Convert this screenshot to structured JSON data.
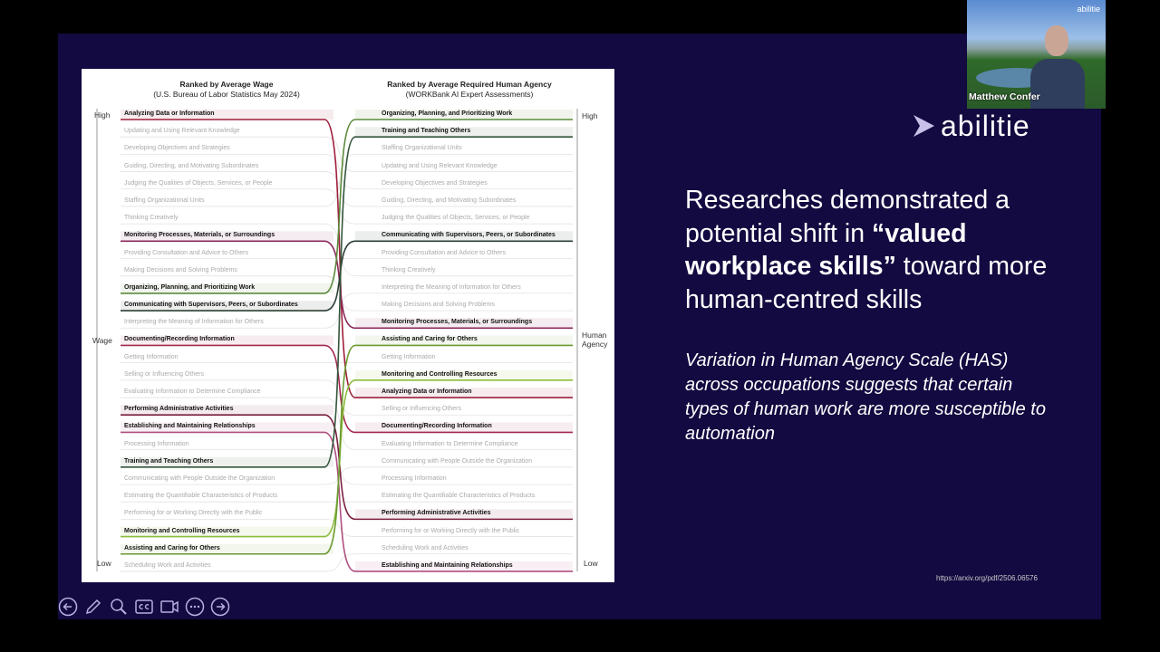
{
  "slide": {
    "chart": {
      "left_header": {
        "title": "Ranked by Average Wage",
        "subtitle": "(U.S. Bureau of Labor Statistics May 2024)"
      },
      "right_header": {
        "title": "Ranked by Average Required Human Agency",
        "subtitle": "(WORKBank AI Expert Assessments)"
      },
      "left_axis": {
        "high": "High",
        "mid": "Wage",
        "low": "Low"
      },
      "right_axis": {
        "high": "High",
        "mid": "Human Agency",
        "low": "Low"
      },
      "left_items": [
        "Analyzing Data or Information",
        "Updating and Using Relevant Knowledge",
        "Developing Objectives and Strategies",
        "Guiding, Directing, and Motivating Subordinates",
        "Judging the Qualities of Objects, Services, or People",
        "Staffing Organizational Units",
        "Thinking Creatively",
        "Monitoring Processes, Materials, or Surroundings",
        "Providing Consultation and Advice to Others",
        "Making Decisions and Solving Problems",
        "Organizing, Planning, and Prioritizing Work",
        "Communicating with Supervisors, Peers, or Subordinates",
        "Interpreting the Meaning of Information for Others",
        "Documenting/Recording Information",
        "Getting Information",
        "Selling or Influencing Others",
        "Evaluating Information to Determine Compliance",
        "Performing Administrative Activities",
        "Establishing and Maintaining Relationships",
        "Processing Information",
        "Training and Teaching Others",
        "Communicating with People Outside the Organization",
        "Estimating the Quantifiable Characteristics of Products",
        "Performing for or Working Directly with the Public",
        "Monitoring and Controlling Resources",
        "Assisting and Caring for Others",
        "Scheduling Work and Activities"
      ],
      "right_items": [
        "Organizing, Planning, and Prioritizing Work",
        "Training and Teaching Others",
        "Staffing Organizational Units",
        "Updating and Using Relevant Knowledge",
        "Developing Objectives and Strategies",
        "Guiding, Directing, and Motivating Subordinates",
        "Judging the Qualities of Objects, Services, or People",
        "Communicating with Supervisors, Peers, or Subordinates",
        "Providing Consultation and Advice to Others",
        "Thinking Creatively",
        "Interpreting the Meaning of Information for Others",
        "Making Decisions and Solving Problems",
        "Monitoring Processes, Materials, or Surroundings",
        "Assisting and Caring for Others",
        "Getting Information",
        "Monitoring and Controlling Resources",
        "Analyzing Data or Information",
        "Selling or Influencing Others",
        "Documenting/Recording Information",
        "Evaluating Information to Determine Compliance",
        "Communicating with People Outside the Organization",
        "Processing Information",
        "Estimating the Quantifiable Characteristics of Products",
        "Performing Administrative Activities",
        "Performing for or Working Directly with the Public",
        "Scheduling Work and Activities",
        "Establishing and Maintaining Relationships"
      ],
      "highlight_colors": {
        "Analyzing Data or Information": "#9e1f3c",
        "Monitoring Processes, Materials, or Surroundings": "#8a2a5a",
        "Documenting/Recording Information": "#a3284e",
        "Performing Administrative Activities": "#7a1f40",
        "Establishing and Maintaining Relationships": "#b05080",
        "Organizing, Planning, and Prioritizing Work": "#5c8a3c",
        "Communicating with Supervisors, Peers, or Subordinates": "#2c3e34",
        "Training and Teaching Others": "#34553c",
        "Monitoring and Controlling Resources": "#8cbc3c",
        "Assisting and Caring for Others": "#6a9a30"
      }
    },
    "logo": "abilitie",
    "title_pre": "Researches demonstrated a potential shift in ",
    "title_bold": "“valued workplace skills”",
    "title_post": " toward more human-centred skills",
    "subtitle": "Variation in Human Agency Scale (HAS) across occupations suggests that certain types of human work are more susceptible to automation",
    "url": "https://arxiv.org/pdf/2506.06576"
  },
  "webcam": {
    "name": "Matthew Confer",
    "brand": "abilitie"
  },
  "controls": [
    "previous-icon",
    "pen-icon",
    "zoom-icon",
    "captions-icon",
    "camera-icon",
    "more-icon",
    "next-icon"
  ]
}
